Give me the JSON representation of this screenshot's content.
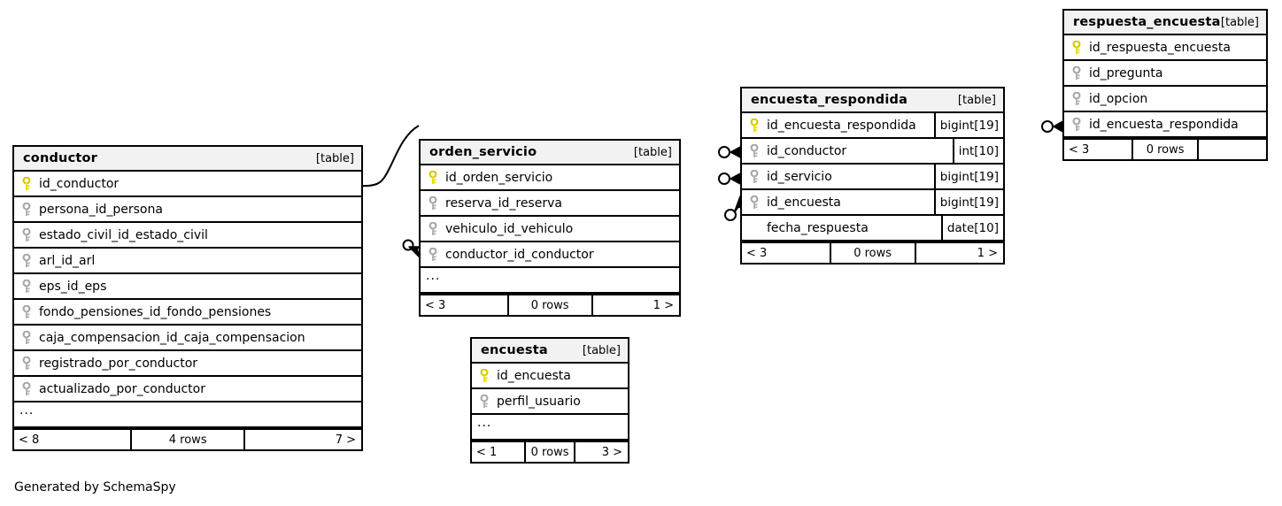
{
  "diagram": {
    "type": "entity-relationship-diagram",
    "generator_caption": "Generated by SchemaSpy",
    "table_tag": "[table]",
    "ellipsis": "...",
    "colors": {
      "primary_key_icon": "#e8e100",
      "foreign_key_icon": "#b3b3b3",
      "border": "#000000",
      "header_background": "#f2f2f2",
      "body_background": "#ffffff",
      "text": "#000000"
    },
    "tables": [
      {
        "id": "conductor",
        "name": "conductor",
        "tag": "[table]",
        "columns": [
          {
            "name": "id_conductor",
            "key": "primary",
            "type": ""
          },
          {
            "name": "persona_id_persona",
            "key": "foreign",
            "type": ""
          },
          {
            "name": "estado_civil_id_estado_civil",
            "key": "foreign",
            "type": ""
          },
          {
            "name": "arl_id_arl",
            "key": "foreign",
            "type": ""
          },
          {
            "name": "eps_id_eps",
            "key": "foreign",
            "type": ""
          },
          {
            "name": "fondo_pensiones_id_fondo_pensiones",
            "key": "foreign",
            "type": ""
          },
          {
            "name": "caja_compensacion_id_caja_compensacion",
            "key": "foreign",
            "type": ""
          },
          {
            "name": "registrado_por_conductor",
            "key": "foreign",
            "type": ""
          },
          {
            "name": "actualizado_por_conductor",
            "key": "foreign",
            "type": ""
          }
        ],
        "has_ellipsis_row": true,
        "footer": {
          "left": "< 8",
          "middle": "4 rows",
          "right": "7 >"
        }
      },
      {
        "id": "orden_servicio",
        "name": "orden_servicio",
        "tag": "[table]",
        "columns": [
          {
            "name": "id_orden_servicio",
            "key": "primary",
            "type": ""
          },
          {
            "name": "reserva_id_reserva",
            "key": "foreign",
            "type": ""
          },
          {
            "name": "vehiculo_id_vehiculo",
            "key": "foreign",
            "type": ""
          },
          {
            "name": "conductor_id_conductor",
            "key": "foreign",
            "type": ""
          }
        ],
        "has_ellipsis_row": true,
        "footer": {
          "left": "< 3",
          "middle": "0 rows",
          "right": "1 >"
        }
      },
      {
        "id": "encuesta",
        "name": "encuesta",
        "tag": "[table]",
        "columns": [
          {
            "name": "id_encuesta",
            "key": "primary",
            "type": ""
          },
          {
            "name": "perfil_usuario",
            "key": "foreign",
            "type": ""
          }
        ],
        "has_ellipsis_row": true,
        "footer": {
          "left": "< 1",
          "middle": "0 rows",
          "right": "3 >"
        }
      },
      {
        "id": "encuesta_respondida",
        "name": "encuesta_respondida",
        "tag": "[table]",
        "columns": [
          {
            "name": "id_encuesta_respondida",
            "key": "primary",
            "type": "bigint[19]"
          },
          {
            "name": "id_conductor",
            "key": "foreign",
            "type": "int[10]"
          },
          {
            "name": "id_servicio",
            "key": "foreign",
            "type": "bigint[19]"
          },
          {
            "name": "id_encuesta",
            "key": "foreign",
            "type": "bigint[19]"
          },
          {
            "name": "fecha_respuesta",
            "key": "none",
            "type": "date[10]"
          }
        ],
        "has_ellipsis_row": false,
        "footer": {
          "left": "< 3",
          "middle": "0 rows",
          "right": "1 >"
        }
      },
      {
        "id": "respuesta_encuesta",
        "name": "respuesta_encuesta",
        "tag": "[table]",
        "columns": [
          {
            "name": "id_respuesta_encuesta",
            "key": "primary",
            "type": ""
          },
          {
            "name": "id_pregunta",
            "key": "foreign",
            "type": ""
          },
          {
            "name": "id_opcion",
            "key": "foreign",
            "type": ""
          },
          {
            "name": "id_encuesta_respondida",
            "key": "foreign",
            "type": ""
          }
        ],
        "has_ellipsis_row": false,
        "footer": {
          "left": "< 3",
          "middle": "0 rows",
          "right": ""
        }
      }
    ],
    "relationships": [
      {
        "id": "rel-conductor-out",
        "from": "conductor.id_conductor",
        "to": "offscreen"
      },
      {
        "id": "rel-orden-servicio-conductor",
        "from": "orden_servicio.conductor_id_conductor",
        "to": "conductor"
      },
      {
        "id": "rel-encuesta-respondida-conductor",
        "from": "encuesta_respondida.id_conductor",
        "to": "conductor"
      },
      {
        "id": "rel-encuesta-respondida-servicio",
        "from": "encuesta_respondida.id_servicio",
        "to": "orden_servicio"
      },
      {
        "id": "rel-encuesta-respondida-encuesta",
        "from": "encuesta_respondida.id_encuesta",
        "to": "encuesta"
      },
      {
        "id": "rel-respuesta-encuesta-respondida",
        "from": "respuesta_encuesta.id_encuesta_respondida",
        "to": "encuesta_respondida"
      }
    ]
  }
}
